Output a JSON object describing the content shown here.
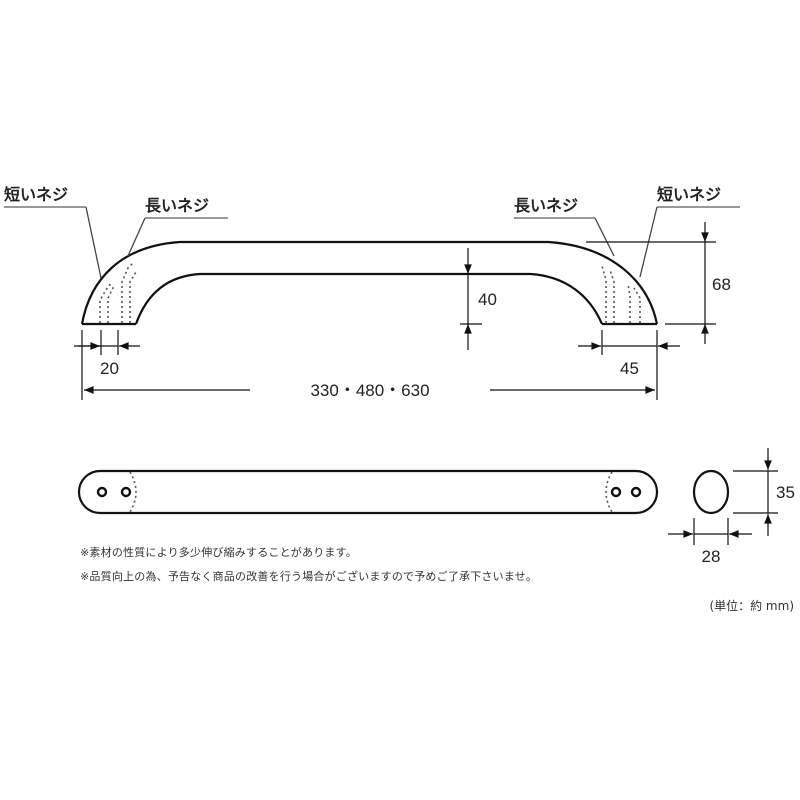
{
  "labels": {
    "short_screw_left": "短いネジ",
    "long_screw_left": "長いネジ",
    "long_screw_right": "長いネジ",
    "short_screw_right": "短いネジ"
  },
  "dimensions": {
    "grip_thickness": "40",
    "total_height": "68",
    "left_offset": "20",
    "right_offset": "45",
    "length": "330・480・630",
    "end_height": "35",
    "end_width": "28"
  },
  "notes": [
    "※素材の性質により多少伸び縮みすることがあります。",
    "※品質向上の為、予告なく商品の改善を行う場合がございますので予めご了承下さいませ。"
  ],
  "unit": "(単位：約 mm)",
  "colors": {
    "line": "#111111",
    "leader": "#444444",
    "underline": "#999999"
  }
}
